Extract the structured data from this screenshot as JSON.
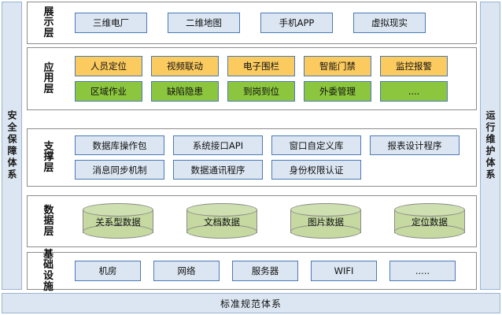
{
  "sides": {
    "left": {
      "label": "安全保障体系"
    },
    "right": {
      "label": "运行维护体系"
    }
  },
  "layers": [
    {
      "key": "presentation",
      "label": "展示层",
      "rows": [
        {
          "items": [
            {
              "text": "三维电厂",
              "style": "blue"
            },
            {
              "text": "二维地图",
              "style": "blue"
            },
            {
              "text": "手机APP",
              "style": "blue"
            },
            {
              "text": "虚拟现实",
              "style": "blue"
            }
          ]
        }
      ]
    },
    {
      "key": "application",
      "label": "应用层",
      "rows": [
        {
          "items": [
            {
              "text": "人员定位",
              "style": "yellow"
            },
            {
              "text": "视频联动",
              "style": "yellow"
            },
            {
              "text": "电子围栏",
              "style": "yellow"
            },
            {
              "text": "智能门禁",
              "style": "yellow"
            },
            {
              "text": "监控报警",
              "style": "yellow"
            }
          ]
        },
        {
          "items": [
            {
              "text": "区域作业",
              "style": "green"
            },
            {
              "text": "缺陷隐患",
              "style": "green"
            },
            {
              "text": "到岗到位",
              "style": "green"
            },
            {
              "text": "外委管理",
              "style": "green"
            },
            {
              "text": "....",
              "style": "green"
            }
          ]
        }
      ]
    },
    {
      "key": "support",
      "label": "支撑层",
      "rows": [
        {
          "items": [
            {
              "text": "数据库操作包",
              "style": "blue"
            },
            {
              "text": "系统接口API",
              "style": "blue"
            },
            {
              "text": "窗口自定义库",
              "style": "blue"
            },
            {
              "text": "报表设计程序",
              "style": "blue"
            }
          ]
        },
        {
          "items": [
            {
              "text": "消息同步机制",
              "style": "blue"
            },
            {
              "text": "数据通讯程序",
              "style": "blue"
            },
            {
              "text": "身份权限认证",
              "style": "blue"
            },
            {
              "text": "",
              "style": "spacer"
            }
          ]
        }
      ]
    },
    {
      "key": "data",
      "label": "数据层",
      "cylinders": [
        {
          "text": "关系型数据"
        },
        {
          "text": "文档数据"
        },
        {
          "text": "图片数据"
        },
        {
          "text": "定位数据"
        }
      ]
    },
    {
      "key": "infrastructure",
      "label": "基础设施",
      "rows": [
        {
          "items": [
            {
              "text": "机房",
              "style": "blue"
            },
            {
              "text": "网络",
              "style": "blue"
            },
            {
              "text": "服务器",
              "style": "blue"
            },
            {
              "text": "WIFI",
              "style": "blue"
            },
            {
              "text": ".....",
              "style": "blue"
            }
          ]
        }
      ]
    }
  ],
  "standards_bar": {
    "label": "标准规范体系"
  },
  "colors": {
    "panel_fill": "#dce6f2",
    "panel_border": "#9bb4d4",
    "node_blue_fill": "#dce6f2",
    "node_yellow_fill": "#fbcb5f",
    "node_green_fill": "#8cc63e",
    "node_border": "#4a7ab5",
    "cylinder_fill": "#c5d9a0",
    "cylinder_border": "#8a8a8a",
    "layer_border": "#8c8c8c"
  }
}
